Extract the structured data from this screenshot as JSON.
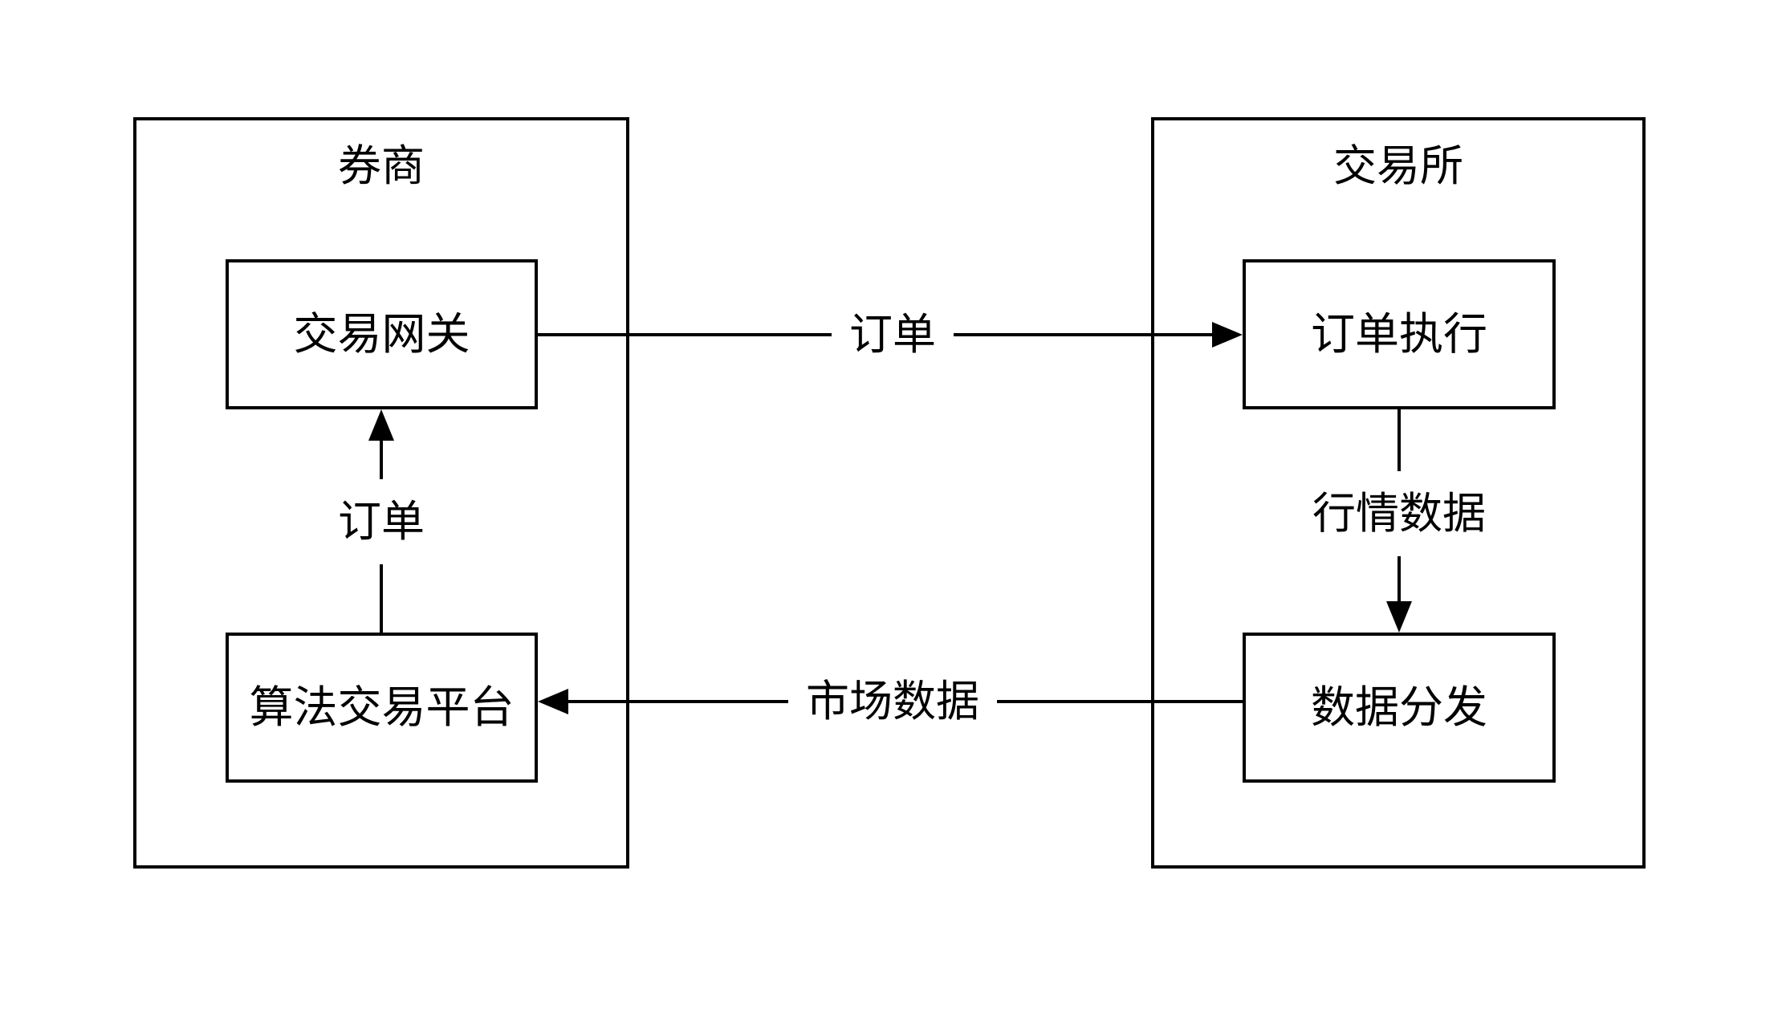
{
  "diagram": {
    "background_color": "#ffffff",
    "line_color": "#000000",
    "text_color": "#000000",
    "containers": [
      {
        "id": "broker",
        "title": "券商"
      },
      {
        "id": "exchange",
        "title": "交易所"
      }
    ],
    "nodes": [
      {
        "id": "trading-gateway",
        "label": "交易网关",
        "container": "broker"
      },
      {
        "id": "algo-trading-platform",
        "label": "算法交易平台",
        "container": "broker"
      },
      {
        "id": "order-execution",
        "label": "订单执行",
        "container": "exchange"
      },
      {
        "id": "data-distribution",
        "label": "数据分发",
        "container": "exchange"
      }
    ],
    "edges": [
      {
        "from": "algo-trading-platform",
        "to": "trading-gateway",
        "label": "订单",
        "direction": "up"
      },
      {
        "from": "trading-gateway",
        "to": "order-execution",
        "label": "订单",
        "direction": "right"
      },
      {
        "from": "order-execution",
        "to": "data-distribution",
        "label": "行情数据",
        "direction": "down"
      },
      {
        "from": "data-distribution",
        "to": "algo-trading-platform",
        "label": "市场数据",
        "direction": "left"
      }
    ]
  }
}
